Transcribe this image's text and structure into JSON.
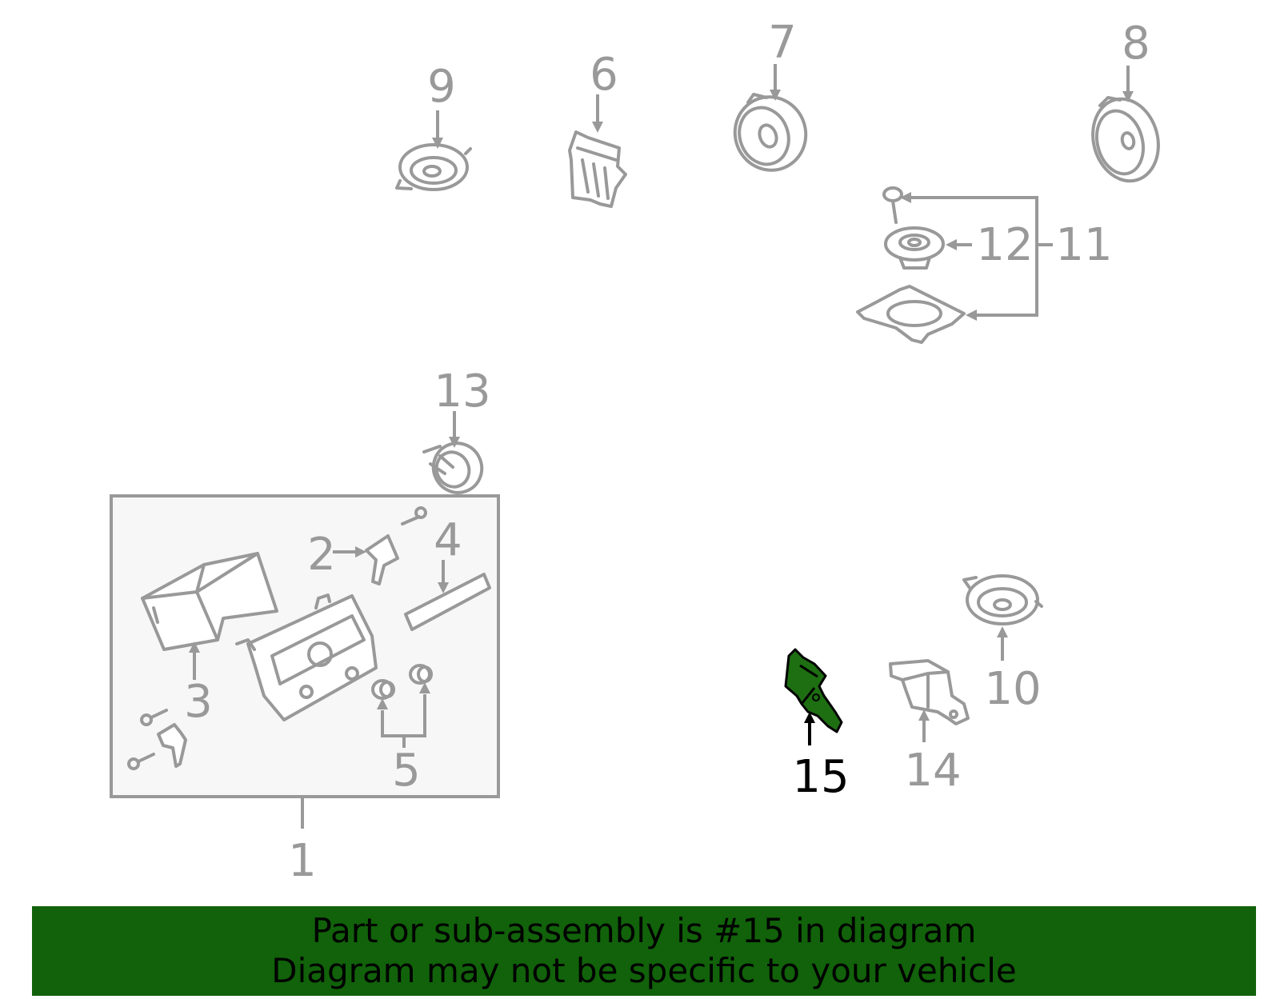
{
  "callouts": {
    "c1": "1",
    "c2": "2",
    "c3": "3",
    "c4": "4",
    "c5": "5",
    "c6": "6",
    "c7": "7",
    "c8": "8",
    "c9": "9",
    "c10": "10",
    "c11": "11",
    "c12": "12",
    "c13": "13",
    "c14": "14",
    "c15": "15"
  },
  "highlighted_part": "15",
  "colors": {
    "line_gray": "#999999",
    "highlight_fill": "#1e6e12",
    "banner_bg": "#11620a",
    "inset_bg": "#f7f7f7"
  },
  "banner": {
    "line1": "Part or sub-assembly is #15 in diagram",
    "line2": "Diagram may not be specific to your vehicle"
  }
}
